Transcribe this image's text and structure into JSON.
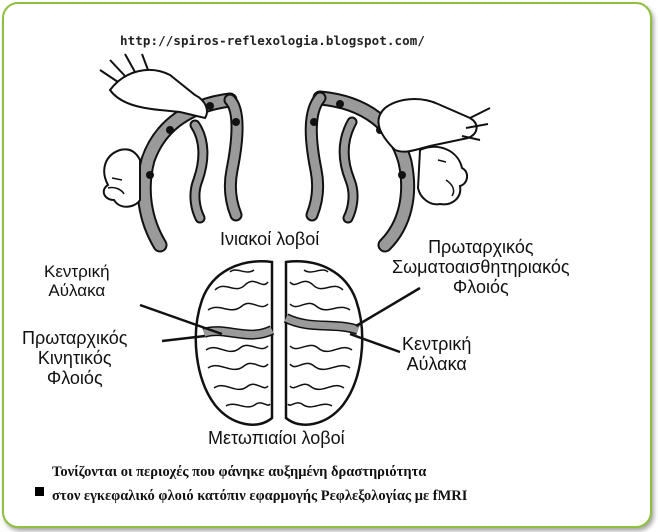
{
  "source_url": "http://spiros-reflexologia.blogspot.com/",
  "labels": {
    "occipital": "Ινιακοί λοβοί",
    "central_sulcus_left": [
      "Κεντρική",
      "Αύλακα"
    ],
    "primary_somatosensory": [
      "Πρωταρχικός",
      "Σωματοαισθητηριακός",
      "Φλοιός"
    ],
    "primary_motor": [
      "Πρωταρχικός",
      "Κινητικός",
      "Φλοιός"
    ],
    "central_sulcus_right": [
      "Κεντρική",
      "Αύλακα"
    ],
    "frontal": "Μετωπιαίοι λοβοί"
  },
  "caption": [
    "Τονίζονται οι περιοχές που φάνηκε αυξημένη δραστηριότητα",
    "στον εγκεφαλικό φλοιό κατόπιν εφαρμογής Ρεφλεξολογίας με fMRI"
  ],
  "colors": {
    "frame_border": "#8fbf3f",
    "highlight": "#9a9a9a",
    "ink": "#111111"
  }
}
